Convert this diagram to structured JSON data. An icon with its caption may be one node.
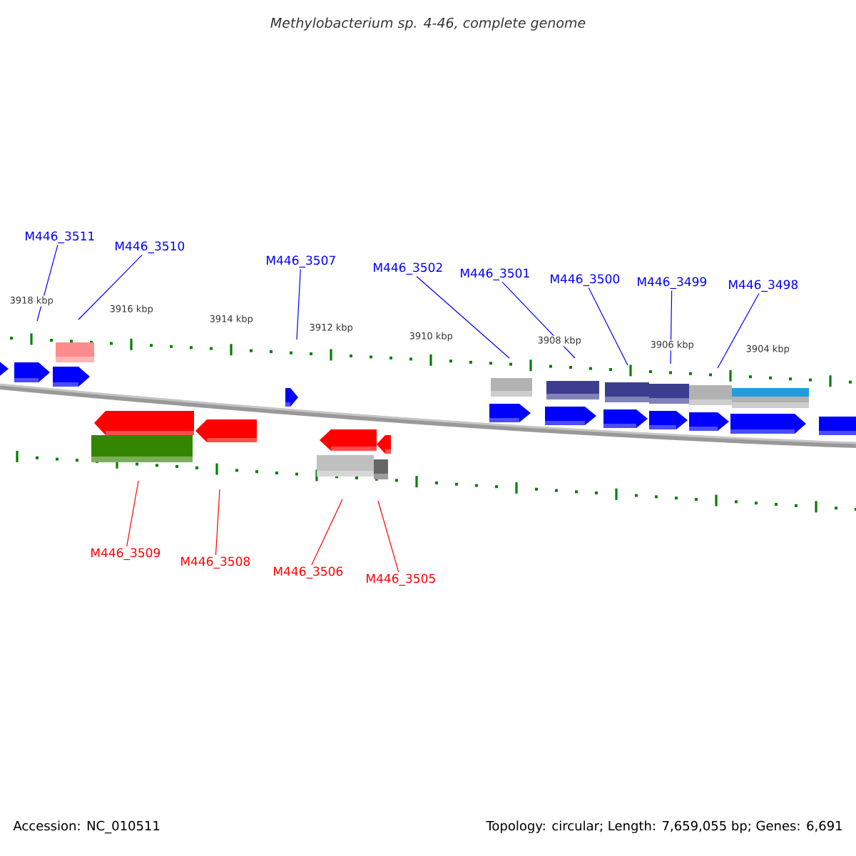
{
  "diagram": {
    "title": "Methylobacterium sp. 4-46, complete genome",
    "nodes": [
      {
        "text": [
          "M446_3511"
        ]
      },
      {
        "text": [
          "M446_3510"
        ]
      },
      {
        "text": [
          "M446_3507"
        ]
      },
      {
        "text": [
          "M446_3502"
        ]
      },
      {
        "text": [
          "M446_3501"
        ]
      },
      {
        "text": [
          "M446_3500"
        ]
      },
      {
        "text": [
          "M446_3499"
        ]
      },
      {
        "text": [
          "M446_3498"
        ]
      },
      {
        "text": [
          "M446_3509"
        ]
      },
      {
        "text": [
          "M446_3508"
        ]
      },
      {
        "text": [
          "M446_3506"
        ]
      },
      {
        "text": [
          "M446_3505"
        ]
      }
    ],
    "edges": [
      {
        "from": 0,
        "to": null,
        "arrow": "none"
      },
      {
        "from": 1,
        "to": null,
        "arrow": "none"
      },
      {
        "from": 2,
        "to": null,
        "arrow": "none"
      },
      {
        "from": 3,
        "to": null,
        "arrow": "none"
      },
      {
        "from": 4,
        "to": null,
        "arrow": "none"
      },
      {
        "from": 5,
        "to": null,
        "arrow": "none"
      },
      {
        "from": 6,
        "to": null,
        "arrow": "none"
      },
      {
        "from": 7,
        "to": null,
        "arrow": "none"
      },
      {
        "from": 8,
        "to": null,
        "arrow": "none",
        "color": "#ff0000"
      },
      {
        "from": 9,
        "to": null,
        "arrow": "none",
        "color": "#ff0000"
      },
      {
        "from": 10,
        "to": null,
        "arrow": "none",
        "color": "#ff0000"
      },
      {
        "from": 11,
        "to": null,
        "arrow": "none",
        "color": "#ff0000"
      }
    ],
    "labels": [
      "3918 kbp",
      "3916 kbp",
      "3914 kbp",
      "3912 kbp",
      "3910 kbp",
      "3908 kbp",
      "3906 kbp",
      "3904 kbp",
      "Accession: NC_010511",
      "Topology: circular; Length: 7,659,055 bp; Genes: 6,691"
    ]
  }
}
